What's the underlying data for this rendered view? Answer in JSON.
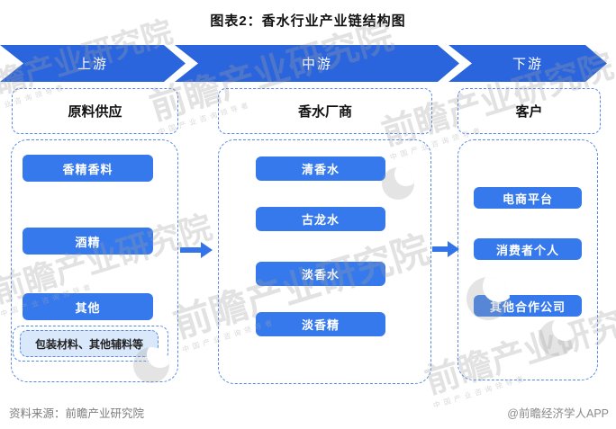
{
  "title": "图表2：香水行业产业链结构图",
  "colors": {
    "banner_blue": "#2b65dd",
    "pill_blue": "#3679ec",
    "dash_border_blue": "#5588e8",
    "subbox_fill": "#d9e8fb"
  },
  "flow": {
    "stages": [
      {
        "label": "上游"
      },
      {
        "label": "中游"
      },
      {
        "label": "下游"
      }
    ],
    "columns": [
      {
        "header": "原料供应",
        "items": [
          "香精香料",
          "酒精",
          "其他"
        ],
        "sub_item": "包装材料、其他辅料等"
      },
      {
        "header": "香水厂商",
        "items": [
          "清香水",
          "古龙水",
          "淡香水",
          "淡香精"
        ]
      },
      {
        "header": "客户",
        "items": [
          "电商平台",
          "消费者个人",
          "其他合作公司"
        ]
      }
    ]
  },
  "footer": {
    "source": "资料来源：前瞻产业研究院",
    "credit": "@前瞻经济学人APP"
  },
  "watermark": {
    "text": "前瞻产业研究院",
    "subtext": "中国产业咨询领导者"
  }
}
